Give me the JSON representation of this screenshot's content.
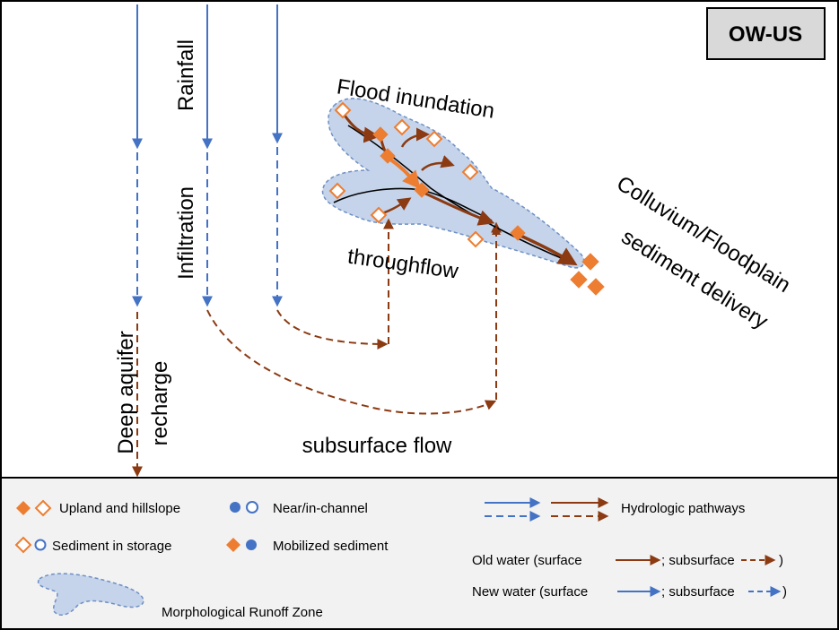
{
  "badge": {
    "label": "OW-US"
  },
  "labels": {
    "rainfall": "Rainfall",
    "infiltration": "Infiltration",
    "flood_inundation": "Flood inundation",
    "throughflow": "throughflow",
    "colluvium": "Colluvium/Floodplain",
    "sediment_delivery": "sediment delivery",
    "deep_aquifer": "Deep aquifer",
    "recharge": "recharge",
    "subsurface_flow": "subsurface flow"
  },
  "legend": {
    "upland": "Upland and hillslope",
    "near_channel": "Near/in-channel",
    "hydrologic": "Hydrologic pathways",
    "storage": "Sediment in storage",
    "mobilized": "Mobilized sediment",
    "old_water_prefix": "Old water (surface",
    "old_water_mid": "; subsurface",
    "old_water_suffix": ")",
    "new_water_prefix": "New water (surface",
    "new_water_mid": "; subsurface",
    "new_water_suffix": ")",
    "runoff_zone": "Morphological Runoff Zone"
  },
  "colors": {
    "new_water": "#4472c4",
    "old_water": "#8b3a12",
    "sediment": "#ed7d31",
    "zone_fill": "#c5d4ea",
    "zone_stroke": "#6e8fc4",
    "badge_fill": "#d9d9d9",
    "legend_fill": "#f2f2f2"
  }
}
